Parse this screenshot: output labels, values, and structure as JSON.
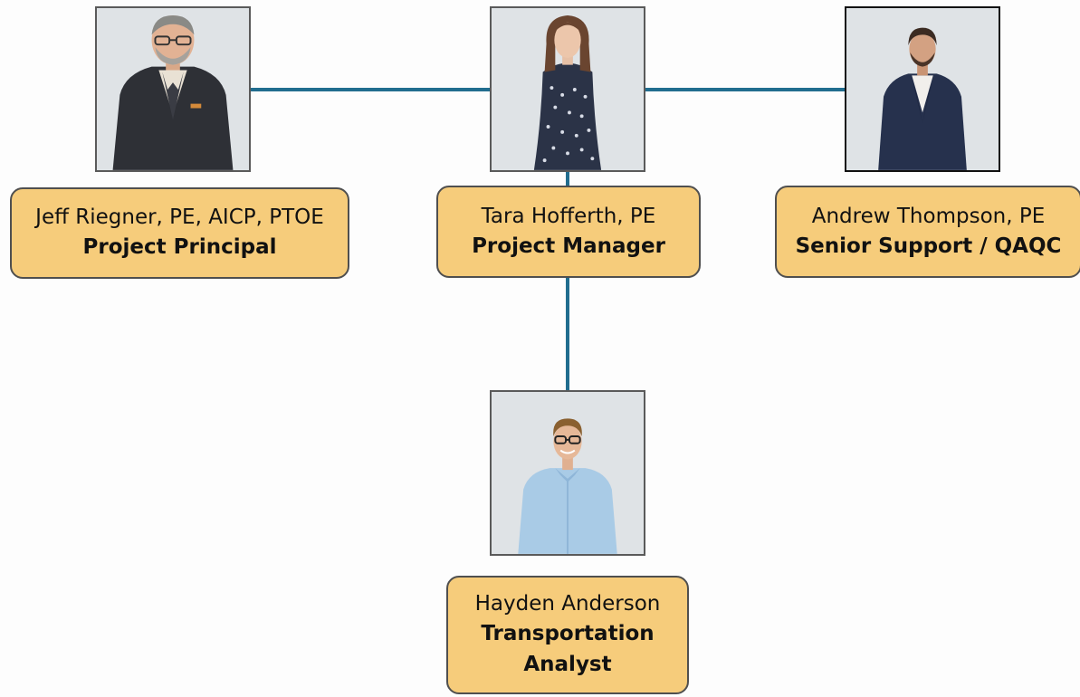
{
  "colors": {
    "connector": "#216d8f",
    "card_fill": "#f6cc7b",
    "card_border": "#4f4f4f",
    "photo_background": "#dfe3e6"
  },
  "members": {
    "jeff": {
      "name": "Jeff Riegner, PE, AICP, PTOE",
      "role": "Project Principal"
    },
    "tara": {
      "name": "Tara Hofferth, PE",
      "role": "Project Manager"
    },
    "andrew": {
      "name": "Andrew Thompson, PE",
      "role": "Senior Support / QAQC"
    },
    "hayden": {
      "name": "Hayden Anderson",
      "role": "Transportation Analyst"
    }
  }
}
